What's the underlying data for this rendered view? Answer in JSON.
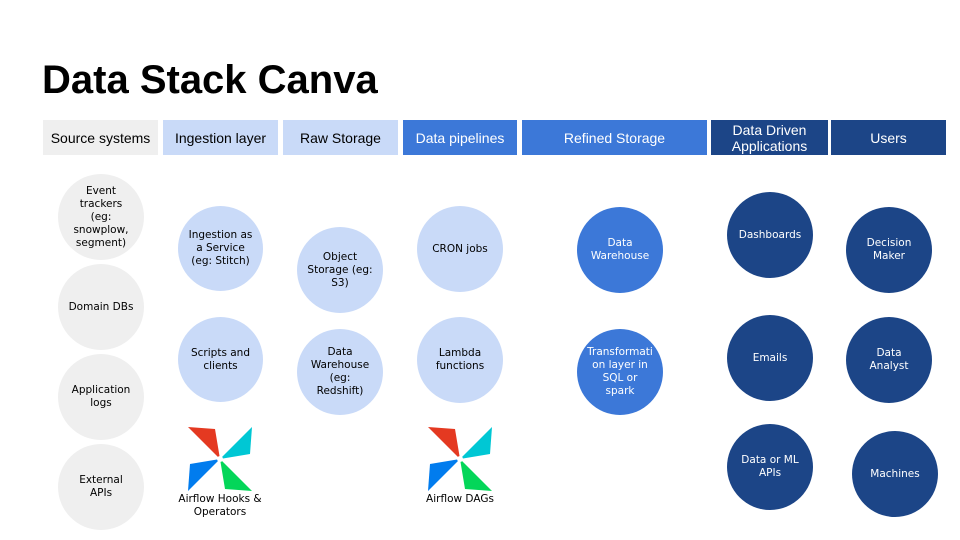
{
  "title": "Data Stack Canva",
  "columns": [
    {
      "label": "Source systems",
      "bg": "#efefef",
      "fg": "#000000"
    },
    {
      "label": "Ingestion layer",
      "bg": "#c9daf8",
      "fg": "#000000"
    },
    {
      "label": "Raw Storage",
      "bg": "#c9daf8",
      "fg": "#000000"
    },
    {
      "label": "Data pipelines",
      "bg": "#3c78d8",
      "fg": "#ffffff"
    },
    {
      "label": "Refined Storage",
      "bg": "#3c78d8",
      "fg": "#ffffff"
    },
    {
      "label": "Data Driven Applications",
      "bg": "#1c4587",
      "fg": "#ffffff"
    },
    {
      "label": "Users",
      "bg": "#1c4587",
      "fg": "#ffffff"
    }
  ],
  "nodes": {
    "source": [
      "Event trackers (eg: snowplow, segment)",
      "Domain DBs",
      "Application logs",
      "External APIs"
    ],
    "ingestion": [
      "Ingestion as a Service (eg: Stitch)",
      "Scripts and clients"
    ],
    "raw_storage": [
      "Object Storage (eg: S3)",
      "Data Warehouse (eg: Redshift)"
    ],
    "pipelines": [
      "CRON jobs",
      "Lambda functions"
    ],
    "refined_storage": [
      "Data Warehouse",
      "Transformati on layer in SQL or spark"
    ],
    "applications": [
      "Dashboards",
      "Emails",
      "Data or ML APIs"
    ],
    "users": [
      "Decision Maker",
      "Data Analyst",
      "Machines"
    ]
  },
  "logos": {
    "icon": "airflow-pinwheel-icon",
    "hooks_caption": "Airflow Hooks & Operators",
    "dags_caption": "Airflow DAGs",
    "colors": [
      "#e43921",
      "#00c7d4",
      "#017cee",
      "#04d659"
    ]
  }
}
